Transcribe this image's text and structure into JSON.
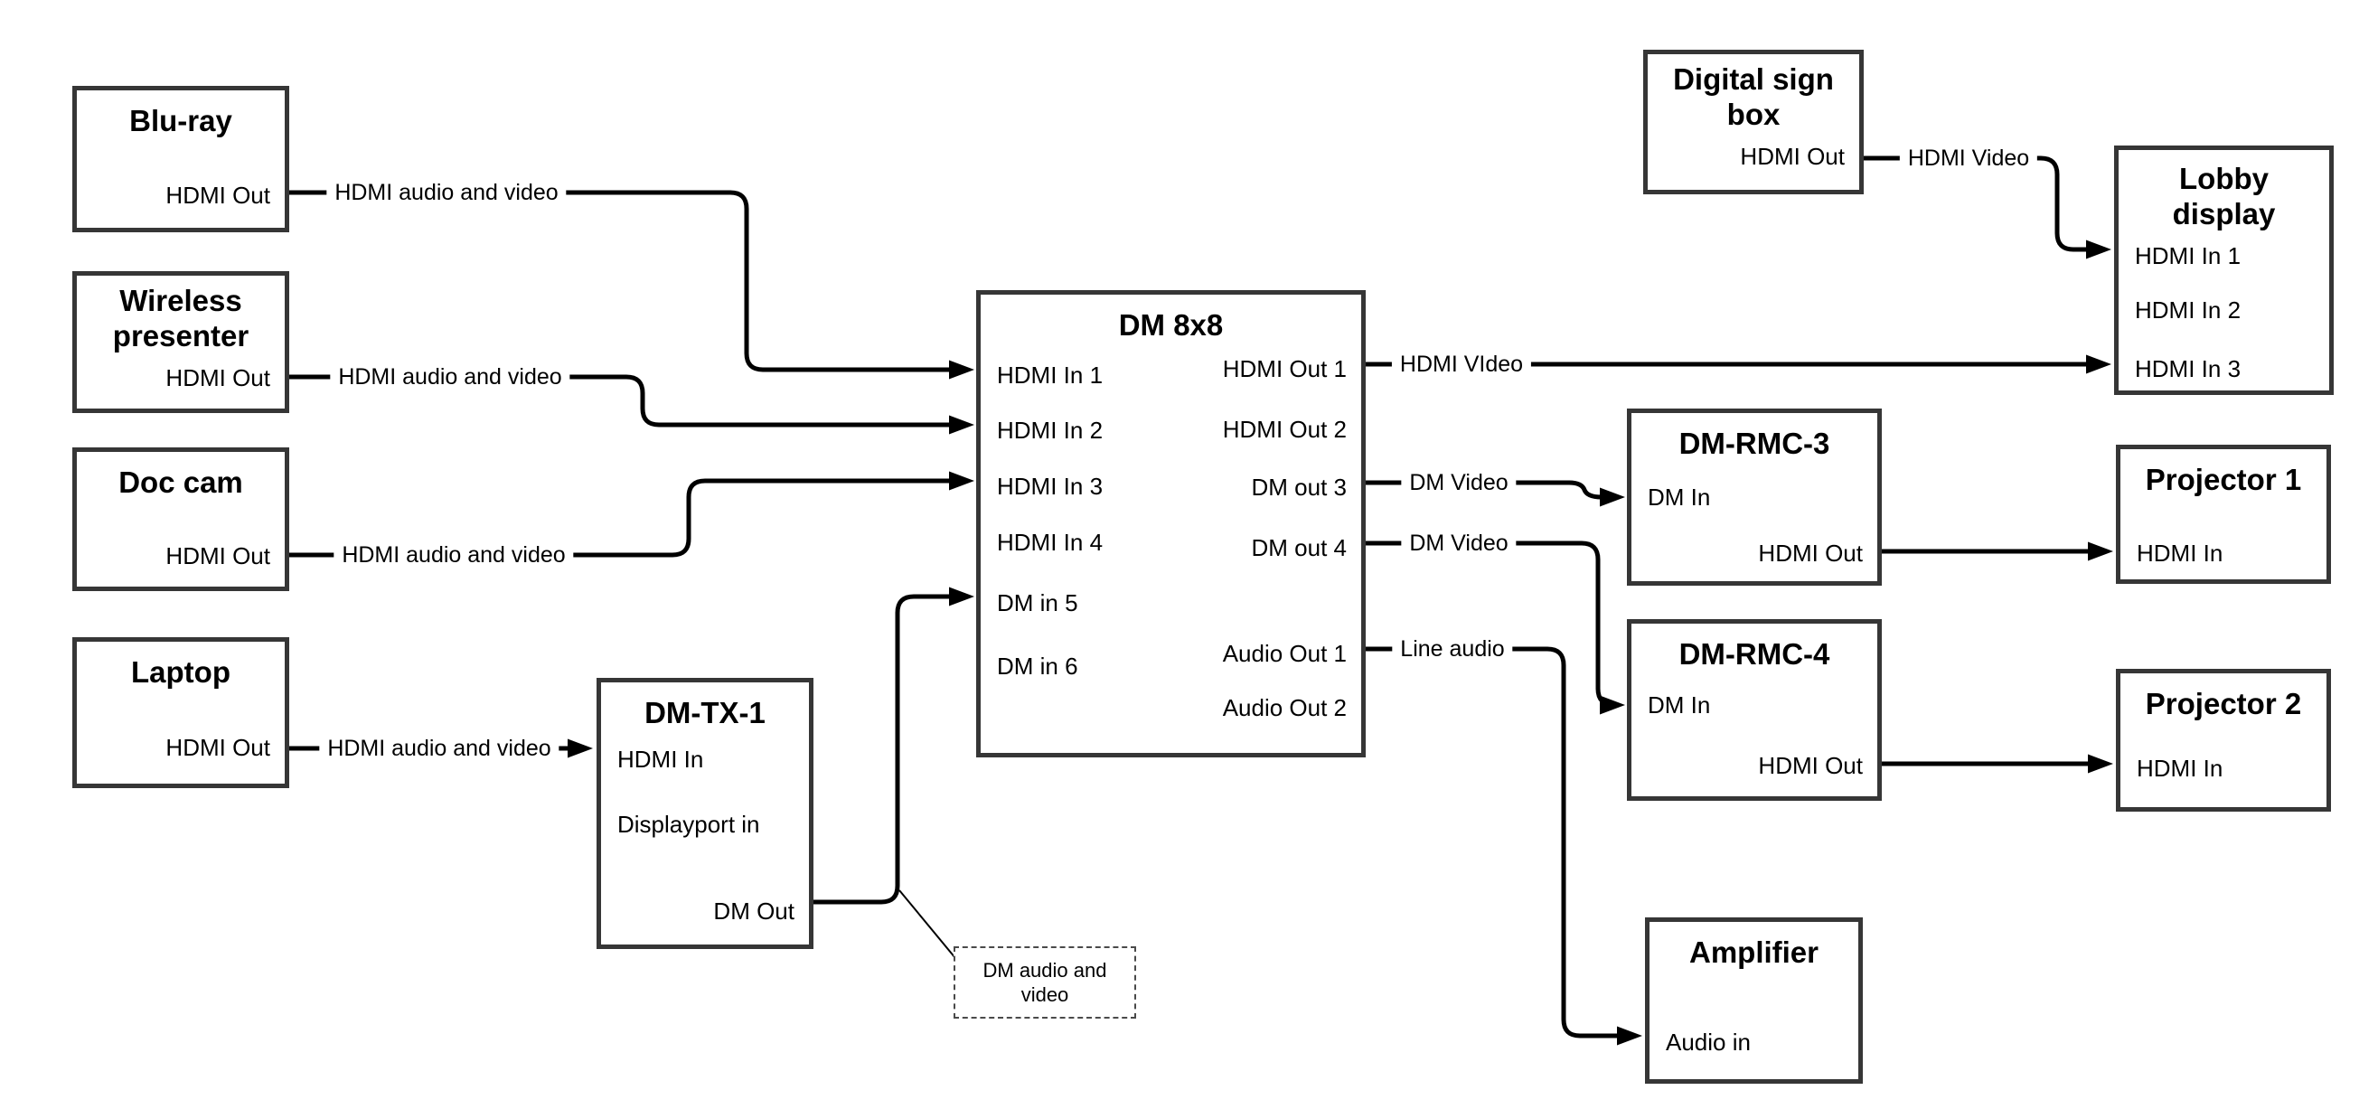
{
  "colors": {
    "background": "#ffffff",
    "wire": "#000000",
    "box_border": "#363636",
    "text": "#000000"
  },
  "boxes": {
    "blu_ray": {
      "title": "Blu-ray",
      "port_hdmi_out": "HDMI Out"
    },
    "wireless_presenter": {
      "title": "Wireless presenter",
      "port_hdmi_out": "HDMI Out"
    },
    "doc_cam": {
      "title": "Doc cam",
      "port_hdmi_out": "HDMI Out"
    },
    "laptop": {
      "title": "Laptop",
      "port_hdmi_out": "HDMI Out"
    },
    "dm_tx_1": {
      "title": "DM-TX-1",
      "port_hdmi_in": "HDMI In",
      "port_displayport_in": "Displayport in",
      "port_dm_out": "DM Out"
    },
    "dm_8x8": {
      "title": "DM 8x8",
      "inputs": [
        "HDMI In 1",
        "HDMI In 2",
        "HDMI In 3",
        "HDMI In 4",
        "DM in 5",
        "DM in 6"
      ],
      "outputs": [
        "HDMI Out 1",
        "HDMI Out 2",
        "DM out 3",
        "DM out 4",
        "Audio Out 1",
        "Audio Out 2"
      ]
    },
    "digital_sign_box": {
      "title": "Digital sign box",
      "port_hdmi_out": "HDMI Out"
    },
    "lobby_display": {
      "title": "Lobby display",
      "inputs": [
        "HDMI In 1",
        "HDMI In 2",
        "HDMI In 3"
      ]
    },
    "dm_rmc_3": {
      "title": "DM-RMC-3",
      "port_dm_in": "DM In",
      "port_hdmi_out": "HDMI Out"
    },
    "projector_1": {
      "title": "Projector 1",
      "port_hdmi_in": "HDMI In"
    },
    "dm_rmc_4": {
      "title": "DM-RMC-4",
      "port_dm_in": "DM In",
      "port_hdmi_out": "HDMI Out"
    },
    "projector_2": {
      "title": "Projector 2",
      "port_hdmi_in": "HDMI In"
    },
    "amplifier": {
      "title": "Amplifier",
      "port_audio_in": "Audio in"
    }
  },
  "wire_labels": {
    "bluray_to_dm8x8": "HDMI audio and video",
    "wireless_to_dm8x8": "HDMI audio and video",
    "doccam_to_dm8x8": "HDMI audio and video",
    "laptop_to_dmtx1": "HDMI audio and video",
    "hdmi_out_1": "HDMI VIdeo",
    "dm_out_3": "DM Video",
    "dm_out_4": "DM Video",
    "audio_out_1": "Line audio",
    "digital_sign_out": "HDMI Video",
    "callout": "DM audio and video"
  }
}
